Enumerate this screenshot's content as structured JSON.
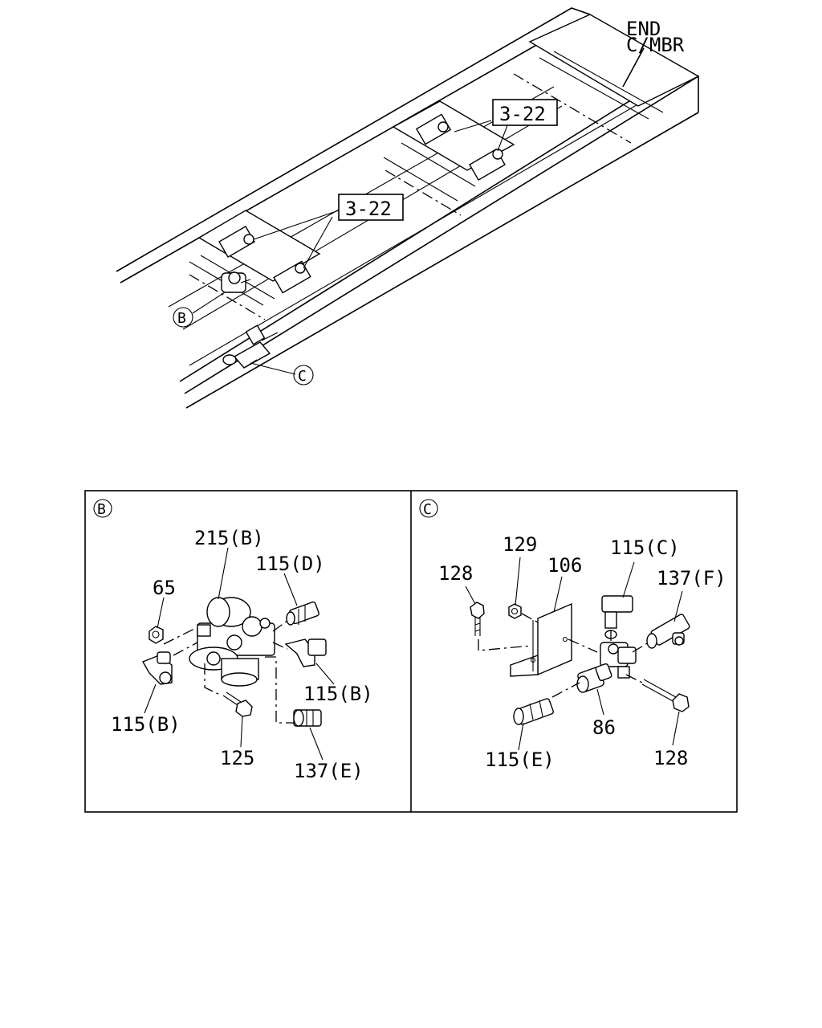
{
  "top_view": {
    "end_member_label_line1": "END",
    "end_member_label_line2": "C/MBR",
    "ref_box_upper": "3-22",
    "ref_box_lower": "3-22",
    "callout_b": "B",
    "callout_c": "C"
  },
  "panel_b": {
    "tag": "B",
    "labels": {
      "p215b": "215(B)",
      "p115d": "115(D)",
      "p65": "65",
      "p115b_right": "115(B)",
      "p115b_left": "115(B)",
      "p125": "125",
      "p137e": "137(E)"
    }
  },
  "panel_c": {
    "tag": "C",
    "labels": {
      "p129": "129",
      "p115c": "115(C)",
      "p128_top": "128",
      "p106": "106",
      "p137f": "137(F)",
      "p86": "86",
      "p115e": "115(E)",
      "p128_bottom": "128"
    }
  }
}
